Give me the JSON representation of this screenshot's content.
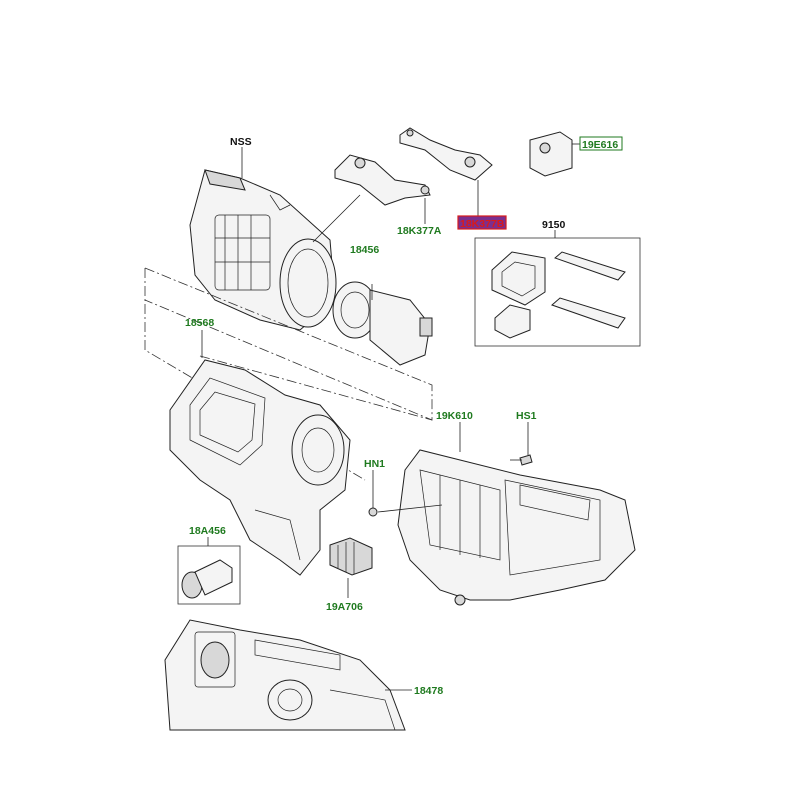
{
  "diagram": {
    "callouts": {
      "nss": "NSS",
      "p18k377a": "18K377A",
      "p18k377b": "18K377B",
      "p19e616": "19E616",
      "p9150": "9150",
      "p18456": "18456",
      "p18568": "18568",
      "p19k610": "19K610",
      "phs1": "HS1",
      "phn1": "HN1",
      "p18a456": "18A456",
      "p19a706": "19A706",
      "p18478": "18478"
    },
    "colors": {
      "callout_green": "#1f7a1f",
      "highlight_fill": "#7a2f8f",
      "highlight_border": "#d81b1b",
      "highlight_text": "#d81b1b",
      "boxed_border": "#1f7a1f"
    }
  }
}
